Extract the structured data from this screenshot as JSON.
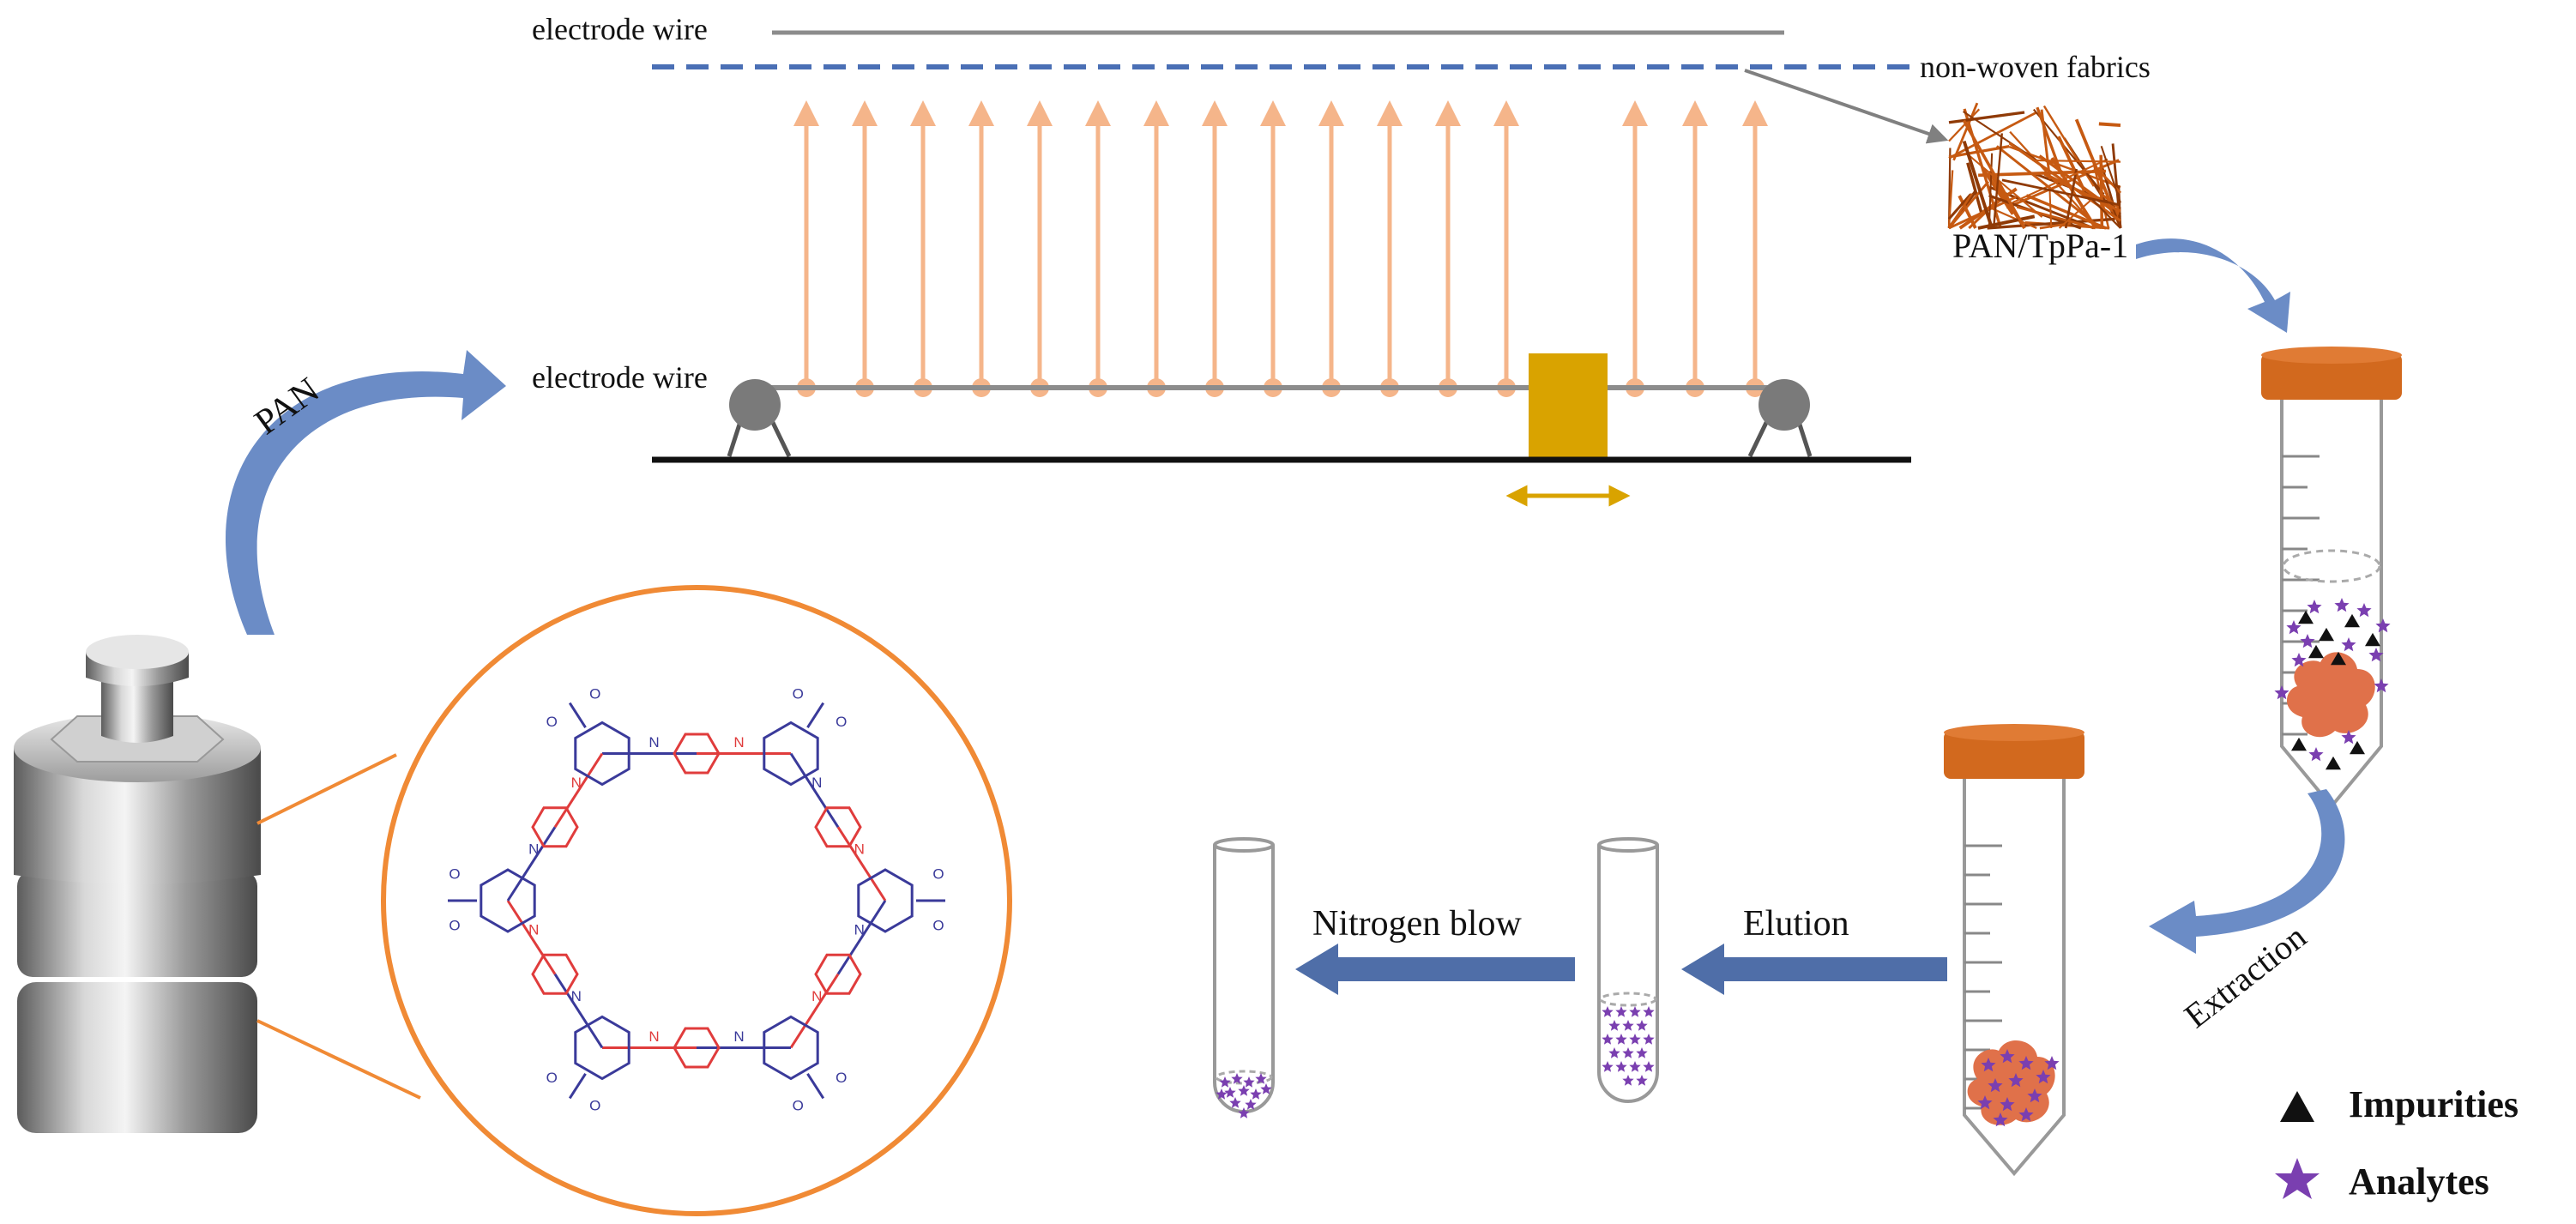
{
  "labels": {
    "electrode_wire_top": "electrode wire",
    "electrode_wire_bottom": "electrode wire",
    "non_woven_fabrics": "non-woven fabrics",
    "pan": "PAN",
    "pan_tppa": "PAN/TpPa-1",
    "extraction": "Extraction",
    "elution": "Elution",
    "nitrogen_blow": "Nitrogen blow"
  },
  "legend": {
    "impurities": "Impurities",
    "analytes": "Analytes"
  },
  "molecule_atoms": {
    "oxygen": "O",
    "nitrogen": "N"
  },
  "colors": {
    "wire": "#8c8c8c",
    "fabric_dash": "#4a6fb5",
    "jet": "#f5b58a",
    "nozzle": "#d9a300",
    "fiber": "#c65a12",
    "cap": "#d2691e",
    "sample": "#e0714a",
    "curve_arrow": "#6b8cc6",
    "flow_arrow": "#4f6ea8",
    "analyte": "#7a3fb0",
    "impurity": "#111111",
    "cof_ring": "#f08a35",
    "molecule_blue": "#3a3a9a",
    "molecule_red": "#e03c3c"
  }
}
